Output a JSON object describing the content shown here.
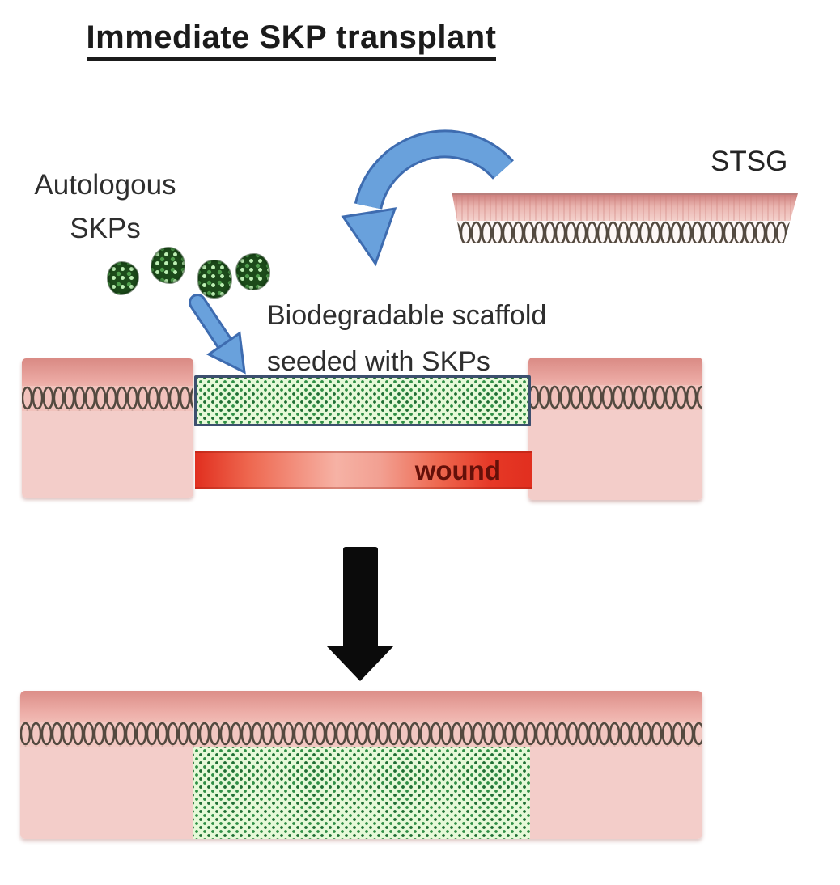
{
  "title": "Immediate SKP transplant",
  "top_right": {
    "stsg_label": "STSG"
  },
  "skp_source": {
    "label_line1": "Autologous",
    "label_line2": "SKPs"
  },
  "scaffold_caption": {
    "line1": "Biodegradable scaffold",
    "line2": "seeded with SKPs"
  },
  "wound": {
    "label": "wound"
  },
  "graphics": {
    "curved_arrow": "blue-curved-transfer-arrow",
    "seed_arrow": "blue-diagonal-seeding-arrow",
    "process_arrow": "black-down-process-arrow",
    "spheroids": "green-skp-spheroid-cluster-x4",
    "coil_texture": "dermis-spring-coil-row",
    "scaffold_texture": "green-dotted-biodegradable-scaffold"
  },
  "colors": {
    "skin_top_band": "#e2938e",
    "skin_body": "#f3cdc9",
    "coil_stroke": "#53493f",
    "scaffold_background": "#e6f9d8",
    "scaffold_dot": "#2f8f45",
    "scaffold_border": "#3d4f6e",
    "wound_red": "#e12f1f",
    "wound_text": "#641009",
    "arrow_blue": "#69a1dc",
    "arrow_blue_outline": "#3e6cb0",
    "arrow_black": "#0b0b0b",
    "spheroid_green": "#1c4a1a",
    "title_text": "#1b1b1b"
  }
}
